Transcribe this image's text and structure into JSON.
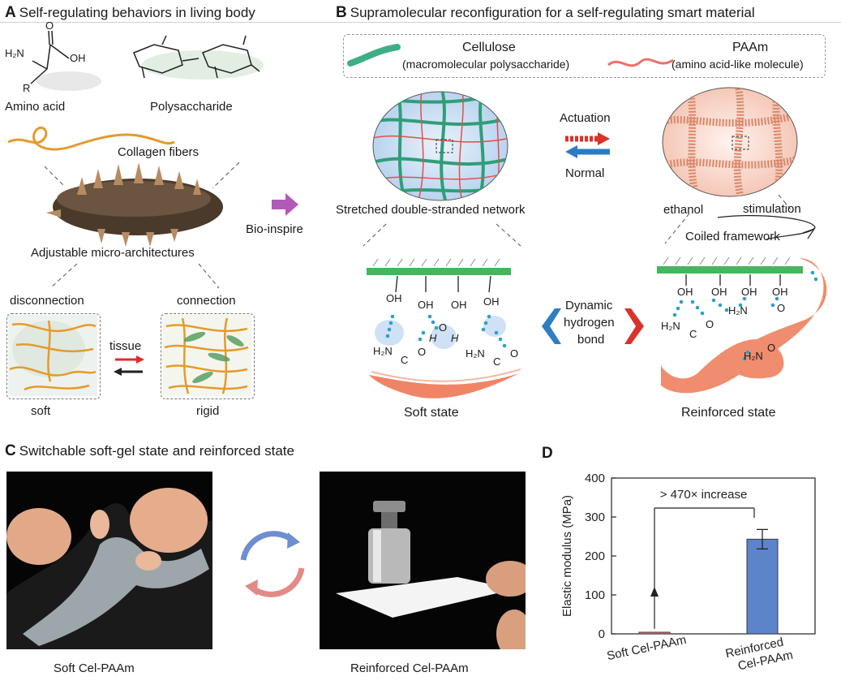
{
  "panelA": {
    "letter": "A",
    "title": "Self-regulating behaviors in living body",
    "amino_acid": "Amino acid",
    "amino_h2n": "H₂N",
    "amino_r": "R",
    "amino_o": "O",
    "amino_oh": "OH",
    "polysaccharide": "Polysaccharide",
    "collagen": "Collagen fibers",
    "micro": "Adjustable micro-architectures",
    "disconnection": "disconnection",
    "connection": "connection",
    "tissue": "tissue",
    "soft": "soft",
    "rigid": "rigid"
  },
  "bioinspire": "Bio-inspire",
  "panelB": {
    "letter": "B",
    "title": "Supramolecular reconfiguration for a self-regulating smart material",
    "cellulose": "Cellulose",
    "cellulose_sub": "(macromolecular polysaccharide)",
    "paam": "PAAm",
    "paam_sub": "(amino acid-like molecule)",
    "actuation": "Actuation",
    "normal": "Normal",
    "stretched": "Stretched double-stranded network",
    "ethanol": "ethanol",
    "stimulation": "stimulation",
    "coiled": "Coiled framework",
    "dynamic1": "Dynamic",
    "dynamic2": "hydrogen",
    "dynamic3": "bond",
    "soft_state": "Soft state",
    "reinforced_state": "Reinforced state",
    "oh": "OH",
    "o": "O",
    "h": "H",
    "h2n": "H₂N",
    "c": "C"
  },
  "panelC": {
    "letter": "C",
    "title": "Switchable soft-gel state and reinforced state",
    "soft_caption": "Soft Cel-PAAm",
    "reinforced_caption": "Reinforced Cel-PAAm"
  },
  "panelD": {
    "letter": "D"
  },
  "chart_data": {
    "type": "bar",
    "categories": [
      "Soft Cel-PAAm",
      "Reinforced\nCel-PAAm"
    ],
    "category_lines": [
      [
        "Soft Cel-PAAm"
      ],
      [
        "Reinforced",
        "Cel-PAAm"
      ]
    ],
    "values": [
      0.5,
      243
    ],
    "errors": [
      0.5,
      25
    ],
    "colors": [
      "#e7807c",
      "#5b84c9"
    ],
    "ylabel": "Elastic modulus (MPa)",
    "ylim": [
      0,
      400
    ],
    "yticks": [
      0,
      100,
      200,
      300,
      400
    ],
    "annotation": "> 470× increase",
    "annotation_gt": ">",
    "annotation_num": "470",
    "annotation_x": "×",
    "annotation_word": "increase",
    "grid": false
  }
}
